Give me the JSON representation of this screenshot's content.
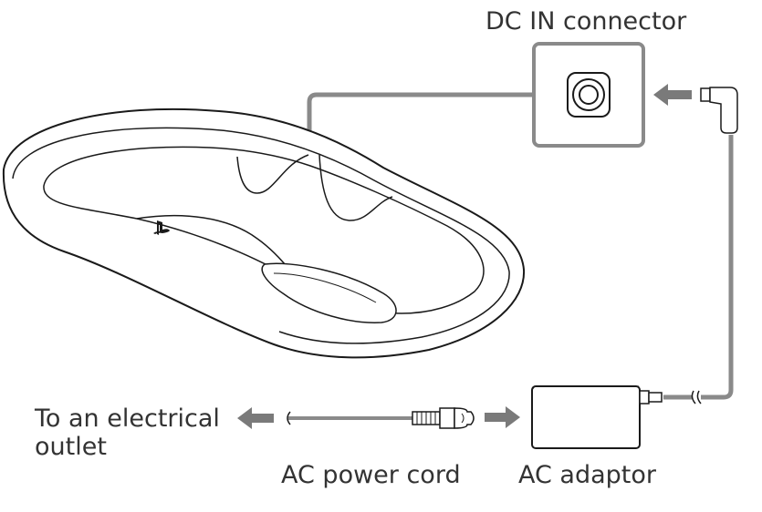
{
  "labels": {
    "dc_in_connector": "DC IN connector",
    "electrical_outlet_line1": "To an electrical",
    "electrical_outlet_line2": "outlet",
    "ac_power_cord": "AC power cord",
    "ac_adaptor": "AC adaptor"
  },
  "colors": {
    "line": "#1a1a1a",
    "cable_gray": "#8a8a8a",
    "arrow_gray": "#7a7a7a",
    "text": "#333333"
  }
}
